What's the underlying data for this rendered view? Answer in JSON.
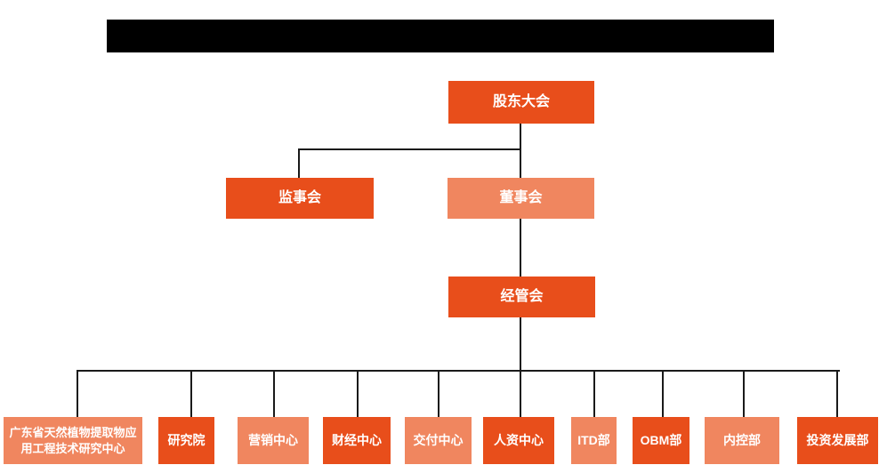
{
  "colors": {
    "primary": "#E84E1B",
    "secondary": "#F0865F",
    "line": "#1a1a1a",
    "text": "#ffffff",
    "title_bar": "#000000"
  },
  "title_bar": {
    "text": ""
  },
  "nodes": {
    "shareholders": {
      "label": "股东大会"
    },
    "supervisory": {
      "label": "监事会"
    },
    "board": {
      "label": "董事会"
    },
    "management": {
      "label": "经管会"
    },
    "research_center": {
      "label": "广东省天然植物提取物应用工程技术研究中心"
    },
    "institute": {
      "label": "研究院"
    },
    "marketing": {
      "label": "营销中心"
    },
    "finance": {
      "label": "财经中心"
    },
    "delivery": {
      "label": "交付中心"
    },
    "hr": {
      "label": "人资中心"
    },
    "itd": {
      "label": "ITD部"
    },
    "obm": {
      "label": "OBM部"
    },
    "internal_control": {
      "label": "内控部"
    },
    "investment": {
      "label": "投资发展部"
    }
  },
  "edges": [
    {
      "from": "shareholders",
      "to": "supervisory"
    },
    {
      "from": "shareholders",
      "to": "board"
    },
    {
      "from": "board",
      "to": "management"
    },
    {
      "from": "management",
      "to": "research_center"
    },
    {
      "from": "management",
      "to": "institute"
    },
    {
      "from": "management",
      "to": "marketing"
    },
    {
      "from": "management",
      "to": "finance"
    },
    {
      "from": "management",
      "to": "delivery"
    },
    {
      "from": "management",
      "to": "hr"
    },
    {
      "from": "management",
      "to": "itd"
    },
    {
      "from": "management",
      "to": "obm"
    },
    {
      "from": "management",
      "to": "internal_control"
    },
    {
      "from": "management",
      "to": "investment"
    }
  ]
}
